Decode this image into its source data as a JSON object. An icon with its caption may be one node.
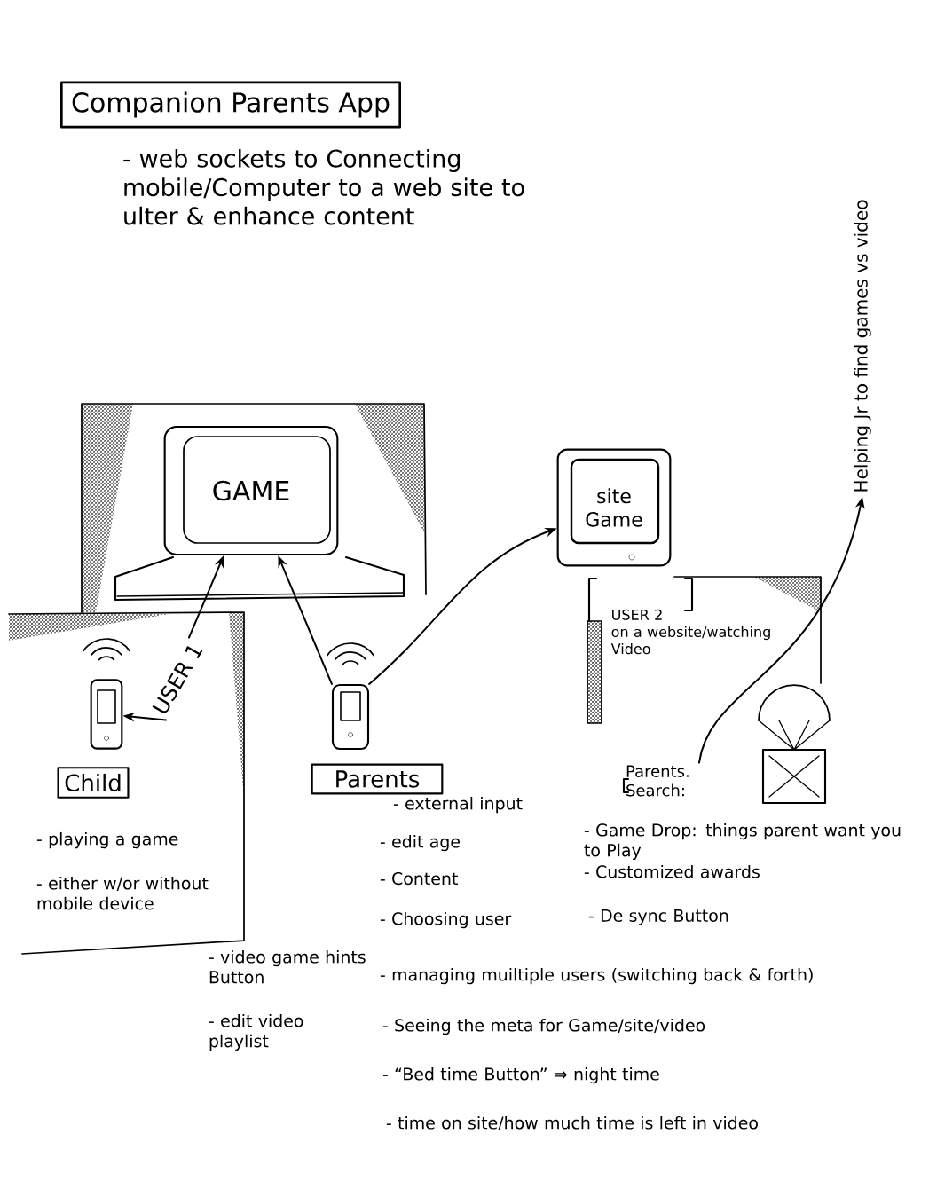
{
  "diagram": {
    "title": "Companion Parents App",
    "nodes": [
      {
        "text": [
          "GAME"
        ]
      },
      {
        "text": [],
        "shape": "picture"
      },
      {
        "text": [
          "USER 1"
        ]
      },
      {
        "text": [
          "Child"
        ]
      },
      {
        "text": [],
        "shape": "picture"
      },
      {
        "text": [
          "Parents"
        ]
      },
      {
        "text": [
          "site",
          "Game"
        ]
      },
      {
        "text": [
          "USER 2",
          "on a website/watching Video"
        ]
      },
      {
        "text": [],
        "shape": "picture"
      },
      {
        "text": [
          "Parents. Search:"
        ]
      },
      {
        "text": [
          "Helping Jr to find games vs video"
        ]
      }
    ],
    "edges": [
      {
        "from": 2,
        "to": 0,
        "arrow": "to"
      },
      {
        "from": 2,
        "to": 1,
        "arrow": "to"
      },
      {
        "from": 4,
        "to": 0,
        "arrow": "to"
      },
      {
        "from": 4,
        "to": 6,
        "arrow": "to"
      },
      {
        "from": 9,
        "to": 10,
        "arrow": "to"
      }
    ],
    "labels": [
      "- web sockets to Connecting mobile/Computer to a web site to ulter & enhance content",
      "- playing a game",
      "- either w/or without mobile device",
      "- video game hints Button",
      "- edit video playlist",
      "- external input",
      "- edit age",
      "- Content",
      "- Choosing user",
      "- managing muiltiple users (switching back & forth)",
      "- Seeing the meta for Game/site/video",
      "- “Bed time Button” ⇒ night time",
      "- time on site/how much time is left in video",
      "- Game Drop: things parent want you to Play",
      "- Customized awards",
      "- De sync Button"
    ]
  }
}
